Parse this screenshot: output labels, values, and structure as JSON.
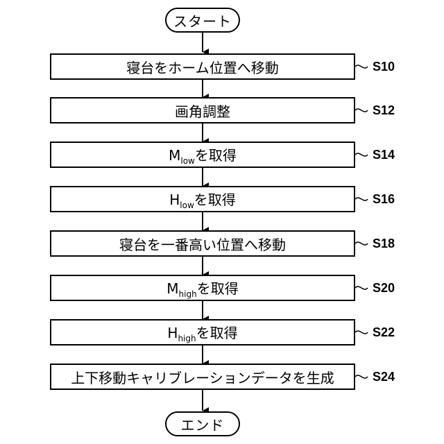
{
  "start": {
    "text": "スタート"
  },
  "end": {
    "text": "エンド"
  },
  "steps": [
    {
      "id": "S10",
      "text": "寝台をホーム位置へ移動"
    },
    {
      "id": "S12",
      "text": "画角調整"
    },
    {
      "id": "S14",
      "main": "M",
      "sub": "low",
      "rest": "を取得"
    },
    {
      "id": "S16",
      "main": "H",
      "sub": "low",
      "rest": "を取得"
    },
    {
      "id": "S18",
      "text": "寝台を一番高い位置へ移動"
    },
    {
      "id": "S20",
      "main": "M",
      "sub": "high",
      "rest": "を取得"
    },
    {
      "id": "S22",
      "main": "H",
      "sub": "high",
      "rest": "を取得"
    },
    {
      "id": "S24",
      "text": "上下移動キャリブレーションデータを生成"
    }
  ]
}
